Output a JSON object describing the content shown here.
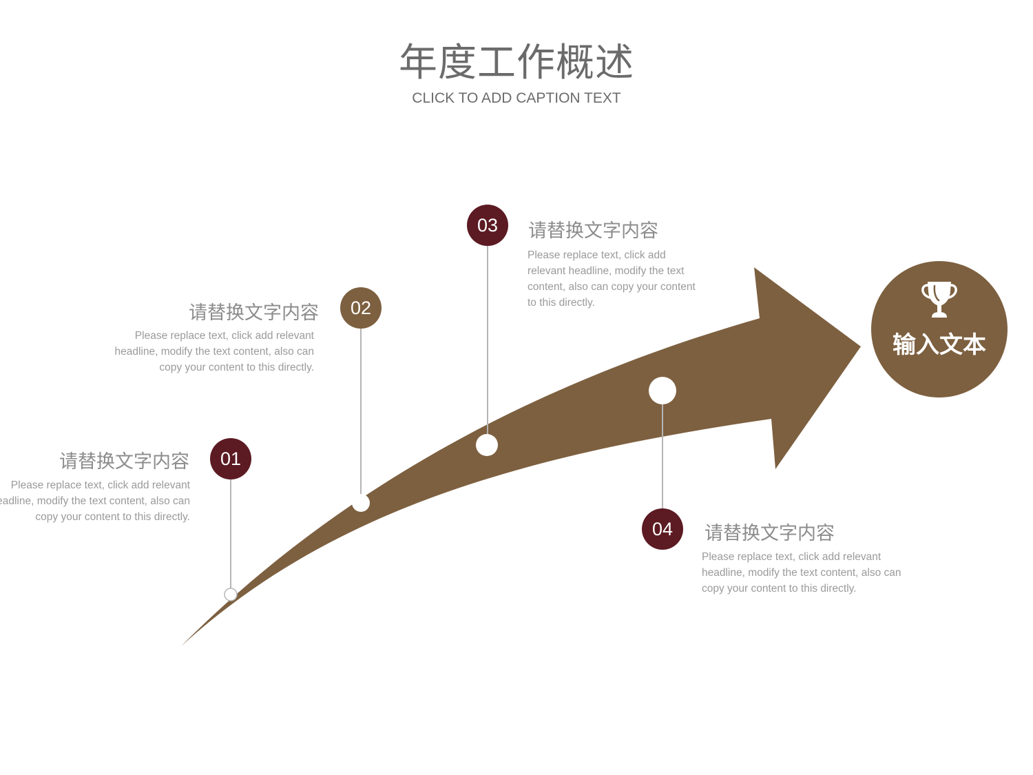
{
  "title": "年度工作概述",
  "caption": "CLICK TO ADD CAPTION TEXT",
  "goal": {
    "label": "输入文本",
    "icon": "trophy-icon"
  },
  "steps": [
    {
      "number": "01",
      "heading": "请替换文字内容",
      "lines": [
        "Please replace text, click add relevant",
        "headline, modify the text content, also can",
        "copy your content to this directly."
      ]
    },
    {
      "number": "02",
      "heading": "请替换文字内容",
      "lines": [
        "Please replace text, click add relevant",
        "headline, modify the text content, also can",
        "copy your content to this directly."
      ]
    },
    {
      "number": "03",
      "heading": "请替换文字内容",
      "lines": [
        "Please replace text, click add",
        "relevant headline, modify the text",
        "content, also can copy your content",
        "to this directly."
      ]
    },
    {
      "number": "04",
      "heading": "请替换文字内容",
      "lines": [
        "Please replace text, click add relevant",
        "headline, modify the text content, also can",
        "copy your content to this directly."
      ]
    }
  ],
  "colors": {
    "arrow": "#7d6040",
    "badge_dark": "#5c1a22",
    "badge_brown": "#7d6040",
    "text": "#8c8c8c"
  }
}
